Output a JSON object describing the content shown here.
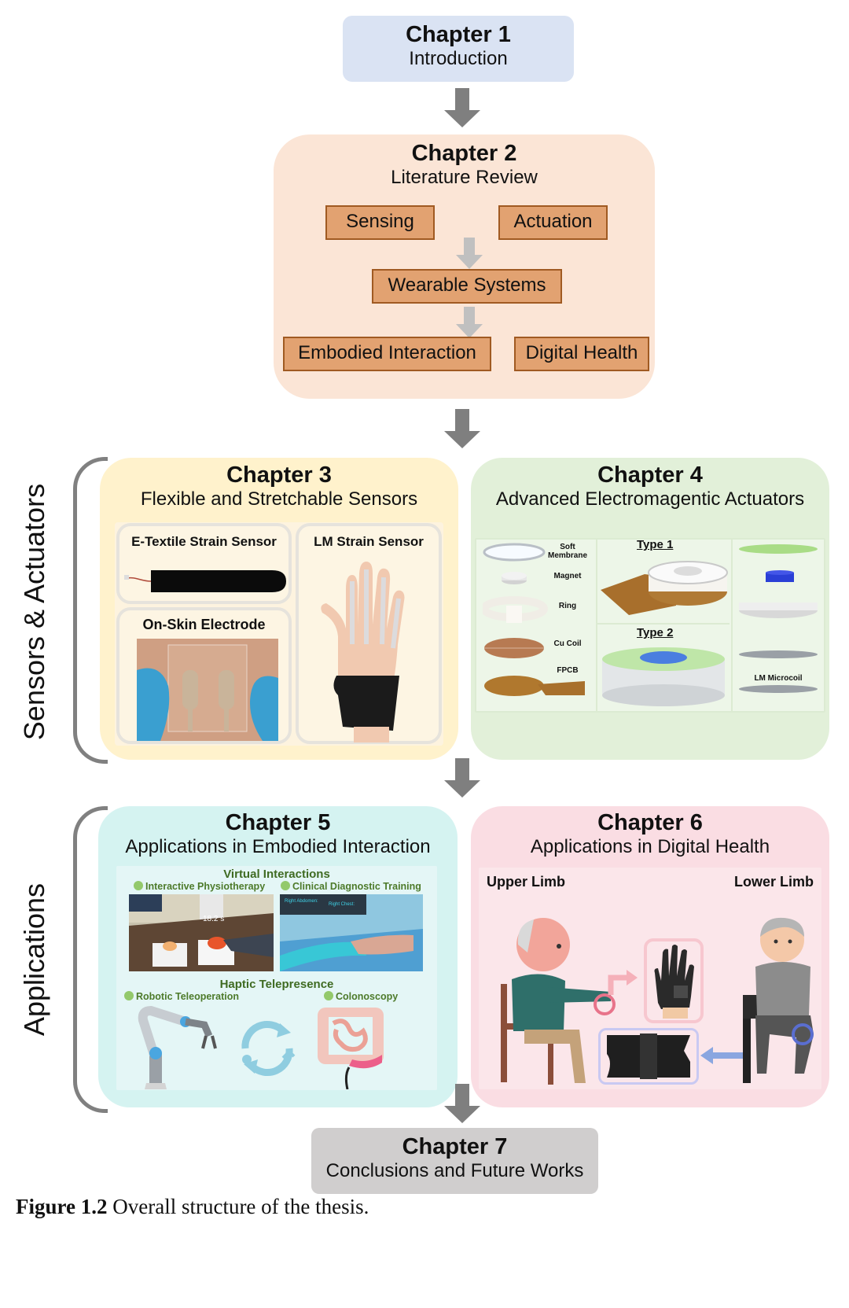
{
  "figure": {
    "caption_label": "Figure 1.2",
    "caption_text": " Overall structure of the thesis."
  },
  "groups": {
    "sensors_actuators": "Sensors & Actuators",
    "applications": "Applications"
  },
  "chapters": {
    "ch1": {
      "title": "Chapter 1",
      "subtitle": "Introduction",
      "color": "#dae3f3"
    },
    "ch2": {
      "title": "Chapter 2",
      "subtitle": "Literature Review",
      "color": "#fbe5d6",
      "topics": {
        "sensing": "Sensing",
        "actuation": "Actuation",
        "wearable": "Wearable Systems",
        "embodied": "Embodied Interaction",
        "health": "Digital Health"
      },
      "topic_fill": "#e2a271",
      "topic_border": "#a05a22"
    },
    "ch3": {
      "title": "Chapter 3",
      "subtitle": "Flexible and Stretchable Sensors",
      "color": "#fff2cc",
      "cards": {
        "etextile": "E-Textile Strain Sensor",
        "lm": "LM Strain Sensor",
        "onskin": "On-Skin Electrode"
      }
    },
    "ch4": {
      "title": "Chapter 4",
      "subtitle": "Advanced Electromagentic Actuators",
      "color": "#e2f0d9",
      "components": [
        "Soft Membrane",
        "Magnet",
        "Ring",
        "Cu Coil",
        "FPCB"
      ],
      "type1": "Type 1",
      "type2": "Type 2",
      "microcoil": "LM Microcoil"
    },
    "ch5": {
      "title": "Chapter 5",
      "subtitle": "Applications in Embodied Interaction",
      "color": "#d5f3f1",
      "virtual": {
        "heading": "Virtual Interactions",
        "items": [
          "Interactive Physiotherapy",
          "Clinical Diagnostic Training"
        ],
        "timer": "18.2 s",
        "hud": [
          "Right Abdomen:",
          "Right Chest:"
        ]
      },
      "haptic": {
        "heading": "Haptic Telepresence",
        "items": [
          "Robotic Teleoperation",
          "Colonoscopy"
        ]
      }
    },
    "ch6": {
      "title": "Chapter 6",
      "subtitle": "Applications in Digital Health",
      "color": "#fadde3",
      "upper": "Upper Limb",
      "lower": "Lower Limb"
    },
    "ch7": {
      "title": "Chapter 7",
      "subtitle": "Conclusions and Future Works",
      "color": "#d0cece"
    }
  }
}
